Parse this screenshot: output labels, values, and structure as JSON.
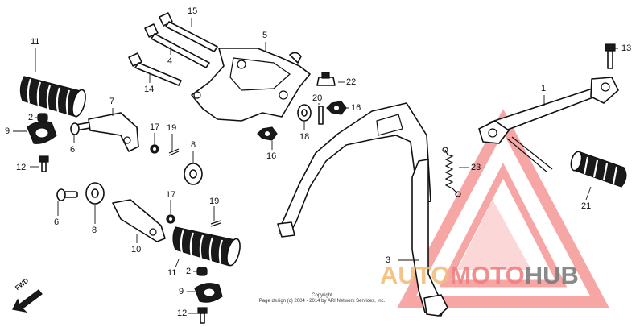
{
  "callouts": {
    "c1": "1",
    "c2a": "2",
    "c2b": "2",
    "c3": "3",
    "c4": "4",
    "c5": "5",
    "c6a": "6",
    "c6b": "6",
    "c7": "7",
    "c8a": "8",
    "c8b": "8",
    "c9a": "9",
    "c9b": "9",
    "c10": "10",
    "c11a": "11",
    "c11b": "11",
    "c12a": "12",
    "c12b": "12",
    "c13": "13",
    "c14": "14",
    "c15": "15",
    "c16a": "16",
    "c16b": "16",
    "c17a": "17",
    "c17b": "17",
    "c18": "18",
    "c19a": "19",
    "c19b": "19",
    "c20": "20",
    "c21": "21",
    "c22": "22",
    "c23": "23"
  },
  "copyright": {
    "line1": "Copyright",
    "line2": "Page design (c) 2004 - 2014 by ARI Network Services, Inc."
  },
  "fwd_label": "FWD",
  "watermark": {
    "part1": "AUTO",
    "part2": "MOTO",
    "part3": "HUB",
    "color_auto": "#f3bb78",
    "color_moto": "#f17f7f",
    "color_hub": "#7a7a7a",
    "triangle_color": "#f0504f"
  }
}
